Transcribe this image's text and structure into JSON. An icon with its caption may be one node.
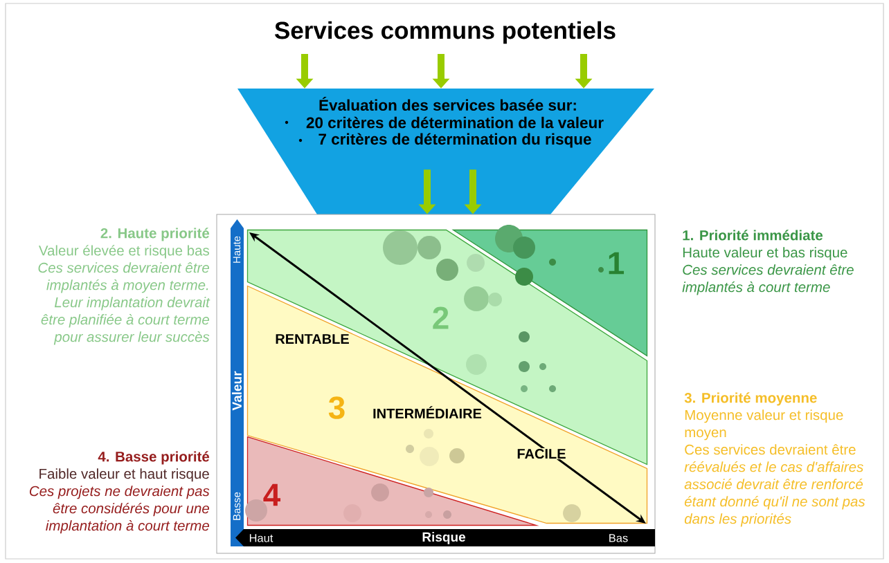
{
  "diagram": {
    "title": "Services communs potentiels",
    "nodes": [
      {
        "text": [
          "Évaluation des services basée sur:",
          "20 critères de détermination de la valeur",
          "7 critères de détermination du risque"
        ]
      },
      {
        "text": [],
        "shape": "box"
      },
      {
        "text": [
          "1"
        ],
        "in": 1
      },
      {
        "text": [
          "2"
        ],
        "in": 1
      },
      {
        "text": [
          "3"
        ],
        "in": 1
      },
      {
        "text": [
          "4"
        ],
        "in": 1
      }
    ],
    "edges": [
      {
        "from": null,
        "to": 0,
        "arrow": "to"
      },
      {
        "from": null,
        "to": 0,
        "arrow": "to"
      },
      {
        "from": null,
        "to": 0,
        "arrow": "to"
      },
      {
        "from": 0,
        "to": 1,
        "arrow": "to"
      },
      {
        "from": 0,
        "to": 1,
        "arrow": "to"
      }
    ],
    "labels": [
      "2. Haute priorité",
      "Valeur élevée et risque bas",
      "Ces services devraient être implantés à moyen terme. Leur implantation devrait être planifiée à court terme pour assurer leur succès",
      "1. Priorité immédiate",
      "Haute valeur et bas risque",
      "Ces services devraient être implantés à court terme",
      "Haute",
      "RENTABLE",
      "Valeur",
      "INTERMÉDIAIRE",
      "FACILE",
      "3. Priorité moyenne",
      "Moyenne valeur et risque moyen",
      "Ces services devraient être *réévalués et le cas d'affaires associé devrait être renforcé étant donné qu'il ne sont pas dans les priorités*",
      "4. Basse priorité",
      "Faible valeur et haut risque",
      "Ces projets ne devraient pas être considérés pour une implantation à court terme",
      "Basse",
      "Haut",
      "Risque",
      "Bas"
    ]
  }
}
